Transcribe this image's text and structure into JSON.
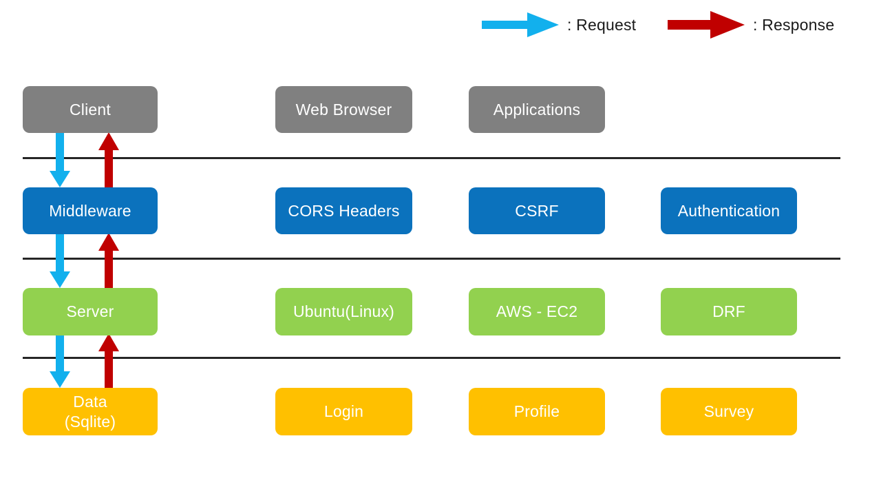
{
  "legend": {
    "items": [
      {
        "icon": "right-arrow-icon",
        "color": "#12b0ed",
        "label": ": Request"
      },
      {
        "icon": "right-arrow-icon",
        "color": "#c00000",
        "label": ": Response"
      }
    ]
  },
  "colors": {
    "client_row": "#808080",
    "middleware_row": "#0b72bd",
    "server_row": "#92d14f",
    "data_row": "#ffc000",
    "request_arrow": "#12b0ed",
    "response_arrow": "#c00000",
    "divider": "#262626",
    "box_text": "#ffffff"
  },
  "diagram": {
    "rows": [
      {
        "id": "client",
        "color_key": "client_row",
        "nodes": [
          {
            "label": "Client"
          },
          {
            "label": "Web Browser"
          },
          {
            "label": "Applications"
          }
        ]
      },
      {
        "id": "middleware",
        "color_key": "middleware_row",
        "nodes": [
          {
            "label": "Middleware"
          },
          {
            "label": "CORS Headers"
          },
          {
            "label": "CSRF"
          },
          {
            "label": "Authentication"
          }
        ]
      },
      {
        "id": "server",
        "color_key": "server_row",
        "nodes": [
          {
            "label": "Server"
          },
          {
            "label": "Ubuntu(Linux)"
          },
          {
            "label": "AWS - EC2"
          },
          {
            "label": "DRF"
          }
        ]
      },
      {
        "id": "data",
        "color_key": "data_row",
        "nodes": [
          {
            "label": "Data",
            "label2": "(Sqlite)"
          },
          {
            "label": "Login"
          },
          {
            "label": "Profile"
          },
          {
            "label": "Survey"
          }
        ]
      }
    ],
    "flows": [
      {
        "name": "request-client-to-middleware",
        "direction": "down",
        "kind": "request"
      },
      {
        "name": "response-middleware-to-client",
        "direction": "up",
        "kind": "response"
      },
      {
        "name": "request-middleware-to-server",
        "direction": "down",
        "kind": "request"
      },
      {
        "name": "response-server-to-middleware",
        "direction": "up",
        "kind": "response"
      },
      {
        "name": "request-server-to-data",
        "direction": "down",
        "kind": "request"
      },
      {
        "name": "response-data-to-server",
        "direction": "up",
        "kind": "response"
      }
    ]
  }
}
